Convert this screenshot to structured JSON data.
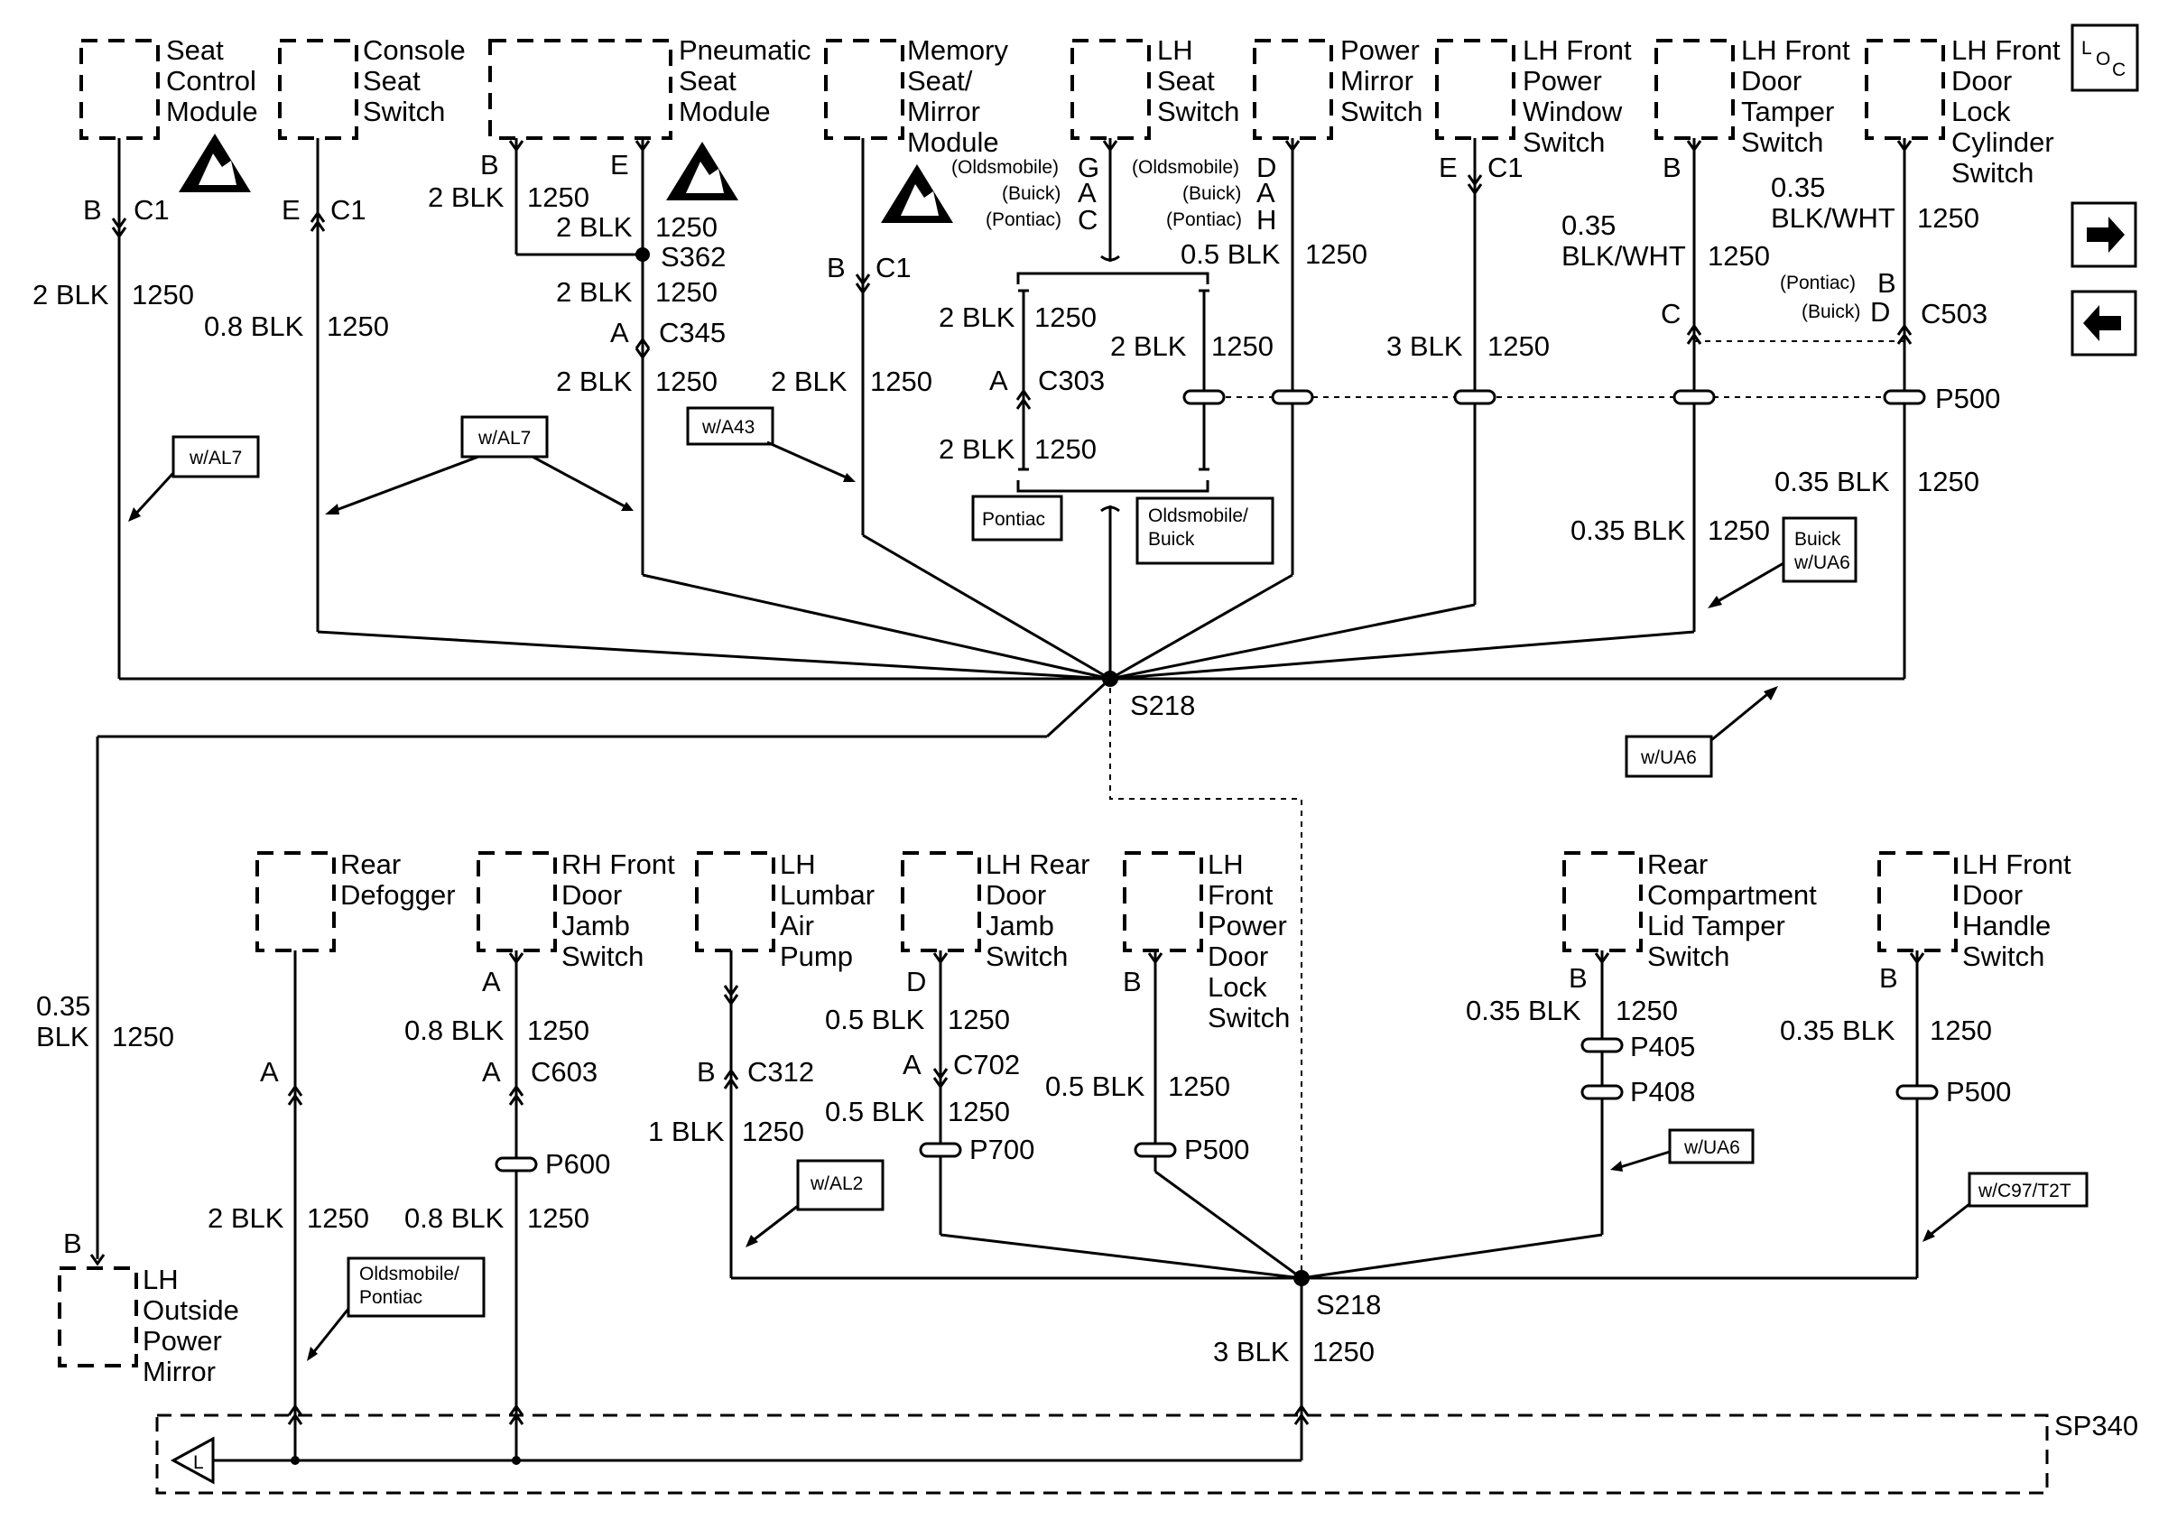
{
  "loc_label": [
    "L",
    "O",
    "C"
  ],
  "components_top": [
    {
      "id": "seat-control-module",
      "lines": [
        "Seat",
        "Control",
        "Module"
      ]
    },
    {
      "id": "console-seat-switch",
      "lines": [
        "Console",
        "Seat",
        "Switch"
      ]
    },
    {
      "id": "pneumatic-seat-module",
      "lines": [
        "Pneumatic",
        "Seat",
        "Module"
      ]
    },
    {
      "id": "memory-seat-mirror-module",
      "lines": [
        "Memory",
        "Seat/",
        "Mirror",
        "Module"
      ]
    },
    {
      "id": "lh-seat-switch",
      "lines": [
        "LH",
        "Seat",
        "Switch"
      ]
    },
    {
      "id": "power-mirror-switch",
      "lines": [
        "Power",
        "Mirror",
        "Switch"
      ]
    },
    {
      "id": "lh-front-power-window-switch",
      "lines": [
        "LH Front",
        "Power",
        "Window",
        "Switch"
      ]
    },
    {
      "id": "lh-front-door-tamper-switch",
      "lines": [
        "LH Front",
        "Door",
        "Tamper",
        "Switch"
      ]
    },
    {
      "id": "lh-front-door-lock-cylinder-switch",
      "lines": [
        "LH Front",
        "Door",
        "Lock",
        "Cylinder",
        "Switch"
      ]
    }
  ],
  "components_bottom": [
    {
      "id": "rear-defogger",
      "lines": [
        "Rear",
        "Defogger"
      ]
    },
    {
      "id": "rh-front-door-jamb-switch",
      "lines": [
        "RH Front",
        "Door",
        "Jamb",
        "Switch"
      ]
    },
    {
      "id": "lh-lumbar-air-pump",
      "lines": [
        "LH",
        "Lumbar",
        "Air",
        "Pump"
      ]
    },
    {
      "id": "lh-rear-door-jamb-switch",
      "lines": [
        "LH Rear",
        "Door",
        "Jamb",
        "Switch"
      ]
    },
    {
      "id": "lh-front-power-door-lock-switch",
      "lines": [
        "LH",
        "Front",
        "Power",
        "Door",
        "Lock",
        "Switch"
      ]
    },
    {
      "id": "rear-compartment-lid-tamper-switch",
      "lines": [
        "Rear",
        "Compartment",
        "Lid Tamper",
        "Switch"
      ]
    },
    {
      "id": "lh-front-door-handle-switch",
      "lines": [
        "LH Front",
        "Door",
        "Handle",
        "Switch"
      ]
    },
    {
      "id": "lh-outside-power-mirror",
      "lines": [
        "LH",
        "Outside",
        "Power",
        "Mirror"
      ]
    }
  ],
  "tags": {
    "al7_left": "w/AL7",
    "al7_mid": "w/AL7",
    "a43": "w/A43",
    "pontiac": "Pontiac",
    "olds_buick": [
      "Oldsmobile/",
      "Buick"
    ],
    "buick_ua6": [
      "Buick",
      "w/UA6"
    ],
    "ua6_upper": "w/UA6",
    "olds_pontiac": [
      "Oldsmobile/",
      "Pontiac"
    ],
    "al2": "w/AL2",
    "ua6_lower": "w/UA6",
    "c97": "w/C97/T2T"
  },
  "labels": {
    "pin_b": "B",
    "pin_e": "E",
    "pin_a": "A",
    "pin_c": "C",
    "pin_d": "D",
    "pin_g": "G",
    "pin_h": "H",
    "c1": "C1",
    "s362": "S362",
    "c345": "C345",
    "c303": "C303",
    "c503": "C503",
    "p500": "P500",
    "s218": "S218",
    "c603": "C603",
    "p600": "P600",
    "c312": "C312",
    "c702": "C702",
    "p700": "P700",
    "p405": "P405",
    "p408": "P408",
    "sp340": "SP340",
    "circuit": "1250",
    "blk_2": "2 BLK",
    "blk_08": "0.8 BLK",
    "blk_05": "0.5 BLK",
    "blk_3": "3 BLK",
    "blk_035": "0.35 BLK",
    "blk_1": "1 BLK",
    "blk_035_a": "0.35",
    "blk_035_b": "BLK",
    "blkwht_a": "0.35",
    "blkwht_b": "BLK/WHT",
    "oldsmobile": "(Oldsmobile)",
    "buick": "(Buick)",
    "pontiac_sm": "(Pontiac)",
    "ground_sym": "L"
  },
  "icons": [
    "esd-warning-icon",
    "arrow-right-icon",
    "arrow-left-icon",
    "ground-icon"
  ]
}
